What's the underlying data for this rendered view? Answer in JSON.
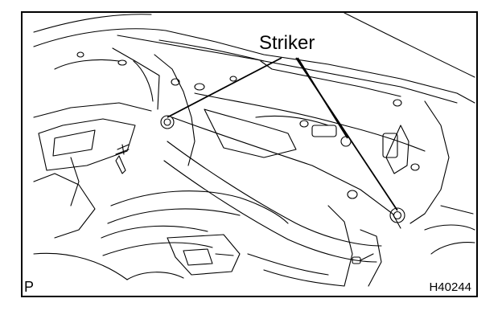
{
  "callout_label": "Striker",
  "view_code": "P",
  "figure_id": "H40244"
}
